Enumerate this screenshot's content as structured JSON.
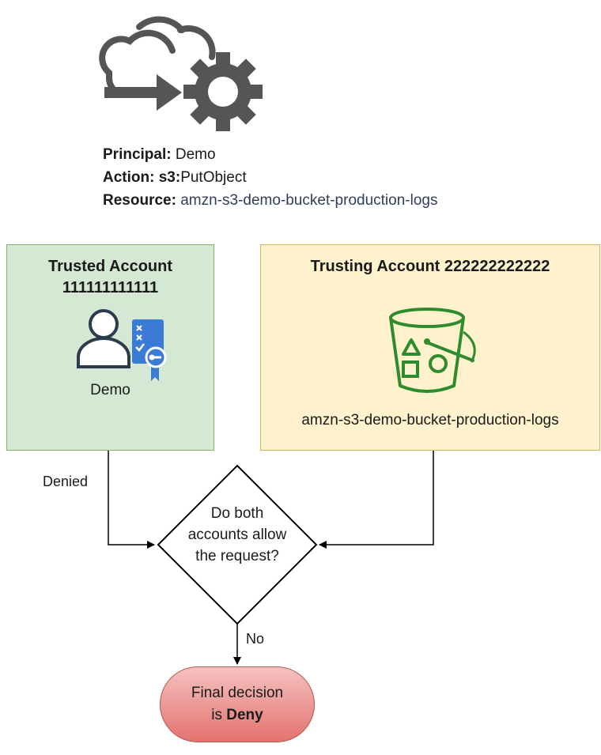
{
  "request": {
    "principal_label": "Principal:",
    "principal_value": "Demo",
    "action_label": "Action:",
    "action_prefix": "s3:",
    "action_value": "PutObject",
    "resource_label": "Resource:",
    "resource_value": "amzn-s3-demo-bucket-production-logs"
  },
  "trusted_account": {
    "title_line1": "Trusted Account",
    "title_line2": "111111111111",
    "principal": "Demo",
    "icon": "iam-user-with-policy-icon"
  },
  "trusting_account": {
    "title": "Trusting Account 222222222222",
    "resource": "amzn-s3-demo-bucket-production-logs",
    "icon": "s3-bucket-icon"
  },
  "decision": {
    "line1": "Do both",
    "line2": "accounts allow",
    "line3": "the request?"
  },
  "edges": {
    "trusted_label": "Denied",
    "outcome_label": "No"
  },
  "final": {
    "line1": "Final decision",
    "line2_prefix": "is ",
    "line2_value": "Deny"
  },
  "colors": {
    "trusted_fill": "#d5e8d4",
    "trusted_border": "#82b366",
    "trusting_fill": "#fff2cc",
    "trusting_border": "#d6b656",
    "final_fill_top": "#f4c2c0",
    "final_fill_bottom": "#e3736f",
    "bucket_green": "#2e8b2e",
    "policy_blue": "#3a7bd5"
  }
}
